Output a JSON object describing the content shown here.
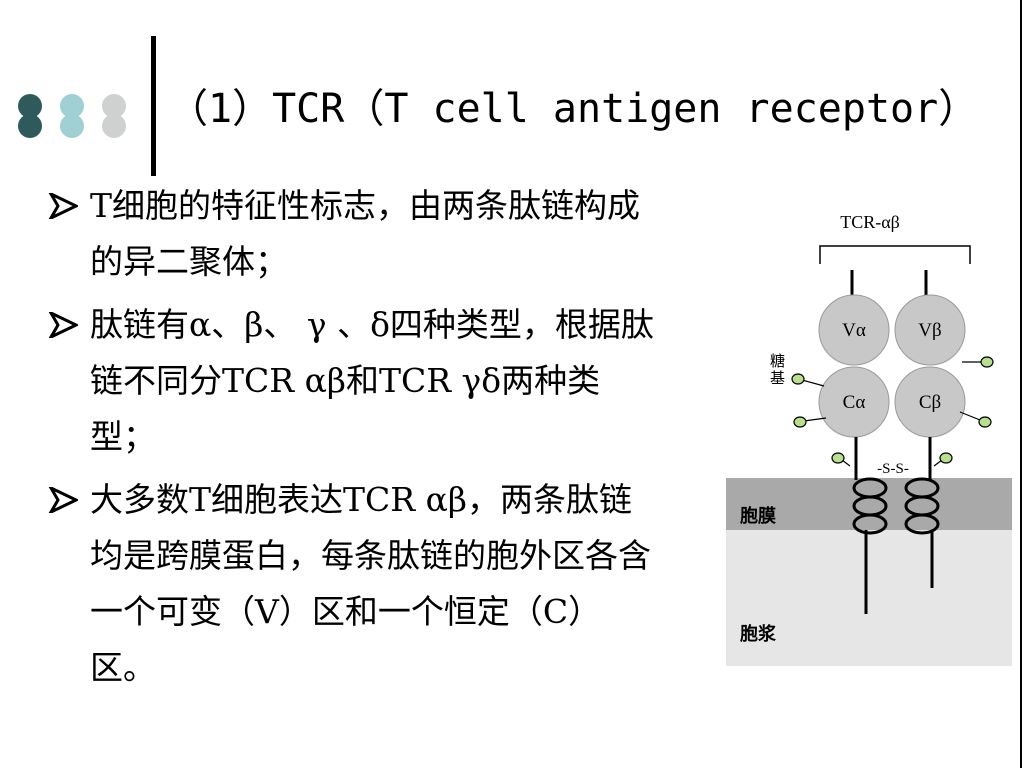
{
  "title": "（1）TCR（T cell antigen receptor）",
  "bullets": [
    {
      "text": "T细胞的特征性标志，由两条肽链构成的异二聚体；"
    },
    {
      "text": "肽链有α、β、 γ 、δ四种类型，根据肽链不同分TCR αβ和TCR γδ两种类型；"
    },
    {
      "text": "大多数T细胞表达TCR αβ，两条肽链均是跨膜蛋白，每条肽链的胞外区各含一个可变（V）区和一个恒定（C）区。"
    }
  ],
  "figure": {
    "label_top": "TCR-αβ",
    "v_alpha": "Vα",
    "v_beta": "Vβ",
    "c_alpha": "Cα",
    "c_beta": "Cβ",
    "disulfide": "-S-S-",
    "sugar_label": "糖基",
    "membrane_label": "胞膜",
    "cytoplasm_label": "胞浆"
  },
  "colors": {
    "dot1": "#2e5a5c",
    "dot2": "#9fd0d3",
    "dot3": "#cfd0d0",
    "membrane": "#a9a9a9",
    "cytoplasm": "#e6e6e6",
    "domain": "#c8c8c8",
    "sugar": "#b7e08e"
  }
}
